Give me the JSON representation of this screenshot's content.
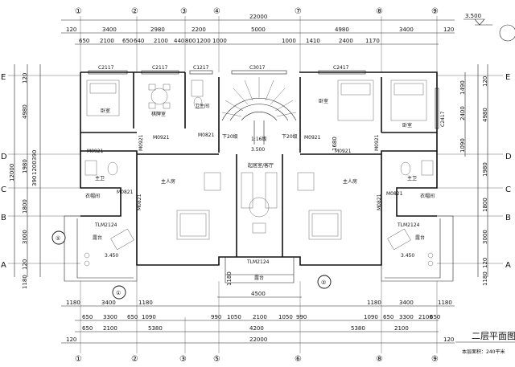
{
  "drawing": {
    "title": "二层平面图",
    "note": "本层面积：240平米",
    "elevation_mark": "3.500"
  },
  "axes": {
    "top": [
      "①",
      "②",
      "③",
      "④",
      "⑦",
      "⑧",
      "⑨"
    ],
    "bottom": [
      "①",
      "②",
      "③",
      "⑤",
      "⑥",
      "⑧",
      "⑨"
    ],
    "left": [
      "E",
      "D",
      "C",
      "B",
      "A"
    ],
    "right": [
      "E",
      "D",
      "C",
      "B",
      "A"
    ],
    "sub": [
      "①",
      "①",
      "②"
    ]
  },
  "dims": {
    "top_total": "22000",
    "top_row1": [
      "120",
      "3400",
      "2980",
      "2200",
      "5000",
      "4980",
      "3400",
      "120"
    ],
    "top_row2": [
      "650",
      "2100",
      "650",
      "640",
      "2100",
      "440",
      "800",
      "1200",
      "1000",
      "1000",
      "1410",
      "2400",
      "1170"
    ],
    "bottom_total": "22000",
    "bottom_row1": [
      "120",
      "5380",
      "4200",
      "5380",
      "120"
    ],
    "bottom_row2": [
      "650",
      "2100",
      "650",
      "1090",
      "990",
      "1050",
      "2100",
      "1050",
      "990",
      "1090",
      "650",
      "2100",
      "650"
    ],
    "bottom_row3": [
      "3300",
      "3300"
    ],
    "bottom_row4": [
      "1180",
      "3400",
      "1180",
      "1180",
      "3400",
      "1180"
    ],
    "balcony_center": "4500",
    "left_total": "12000",
    "left_outer": [
      "4980",
      "1980",
      "390",
      "1200",
      "390",
      "1800",
      "3000",
      "120",
      "1180"
    ],
    "right_outer": [
      "4980",
      "1980",
      "1800",
      "3000",
      "120",
      "1180"
    ],
    "right_inner": [
      "1490",
      "2400",
      "1090",
      "1680"
    ],
    "side_ticks": [
      "120",
      "120"
    ]
  },
  "rooms": [
    {
      "label": "卧室"
    },
    {
      "label": "棋牌室"
    },
    {
      "label": "卫生间"
    },
    {
      "label": "卧室"
    },
    {
      "label": "卧室"
    },
    {
      "label": "起居室/客厅"
    },
    {
      "label": "主人房"
    },
    {
      "label": "主人房"
    },
    {
      "label": "主卫"
    },
    {
      "label": "主卫"
    },
    {
      "label": "衣帽间"
    },
    {
      "label": "衣帽间"
    },
    {
      "label": "露台"
    },
    {
      "label": "露台"
    },
    {
      "label": "露台"
    }
  ],
  "windows": [
    "C2117",
    "C2117",
    "C1217",
    "C3017",
    "C2417",
    "C2417",
    "TLM2124",
    "TLM2124",
    "TLM2124"
  ],
  "doors": [
    "M0921",
    "M0921",
    "M0821",
    "M0921",
    "M0921",
    "M0921",
    "M0921",
    "M0821",
    "M0821",
    "M0821",
    "M0821"
  ],
  "stairs": [
    "下20级",
    "1:16级",
    "下20级"
  ],
  "levels": [
    "3.450",
    "3.450"
  ]
}
